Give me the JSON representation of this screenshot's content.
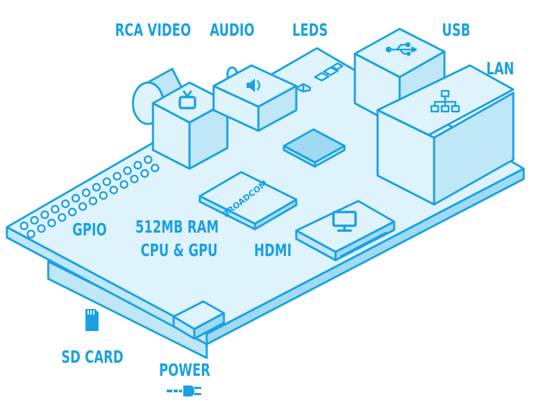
{
  "diagram": {
    "labels": {
      "rca_video": "RCA VIDEO",
      "audio": "AUDIO",
      "leds": "LEDS",
      "usb": "USB",
      "lan": "LAN",
      "gpio": "GPIO",
      "ram_line1": "512MB RAM",
      "ram_line2": "CPU & GPU",
      "hdmi": "HDMI",
      "sd_card": "SD CARD",
      "power": "POWER",
      "chip_brand": "BROADCOM"
    },
    "colors": {
      "stroke": "#1aa1e2",
      "face_light": "#dff3fc",
      "face_mid": "#bfe7f8",
      "face_dark": "#9fdaf3",
      "background": "#ffffff"
    },
    "icons": [
      "tv-icon",
      "speaker-icon",
      "usb-icon",
      "network-icon",
      "monitor-icon",
      "sd-card-icon",
      "power-plug-icon"
    ]
  }
}
